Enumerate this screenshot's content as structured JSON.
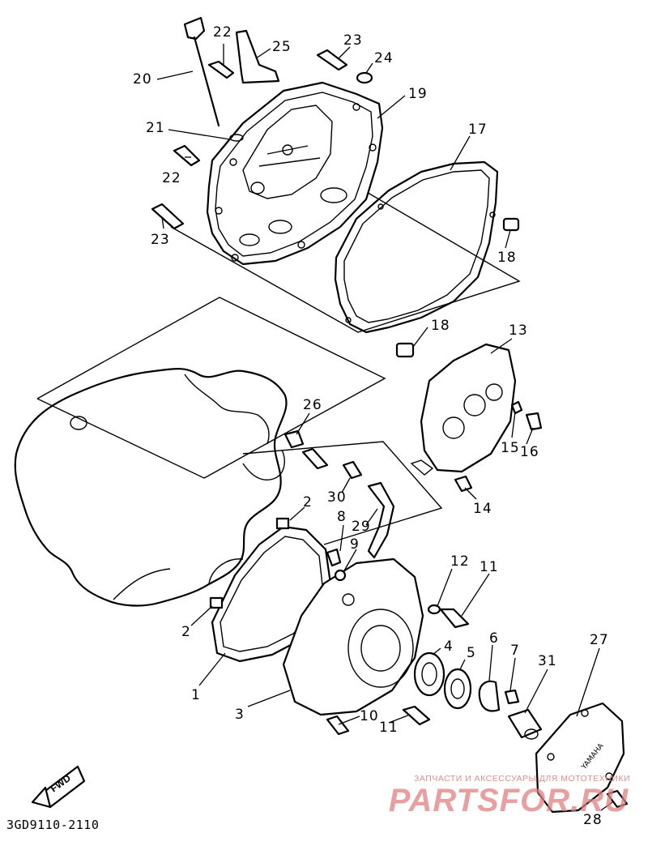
{
  "diagram_code": "3GD9110-2110",
  "arrow_label": "FWD",
  "watermark": {
    "line": "ЗАПЧАСТИ И АКСЕССУАРЫ ДЛЯ МОТОТЕХНИКИ",
    "logo": "PARTSFOR.RU"
  },
  "cover_brand": "YAMAHA",
  "callouts": [
    {
      "id": "c1",
      "text": "1"
    },
    {
      "id": "c2a",
      "text": "2"
    },
    {
      "id": "c2b",
      "text": "2"
    },
    {
      "id": "c3",
      "text": "3"
    },
    {
      "id": "c4",
      "text": "4"
    },
    {
      "id": "c5",
      "text": "5"
    },
    {
      "id": "c6",
      "text": "6"
    },
    {
      "id": "c7",
      "text": "7"
    },
    {
      "id": "c8",
      "text": "8"
    },
    {
      "id": "c9",
      "text": "9"
    },
    {
      "id": "c10",
      "text": "10"
    },
    {
      "id": "c11a",
      "text": "11"
    },
    {
      "id": "c11b",
      "text": "11"
    },
    {
      "id": "c12",
      "text": "12"
    },
    {
      "id": "c13",
      "text": "13"
    },
    {
      "id": "c14",
      "text": "14"
    },
    {
      "id": "c15",
      "text": "15"
    },
    {
      "id": "c16",
      "text": "16"
    },
    {
      "id": "c17",
      "text": "17"
    },
    {
      "id": "c18a",
      "text": "18"
    },
    {
      "id": "c18b",
      "text": "18"
    },
    {
      "id": "c19",
      "text": "19"
    },
    {
      "id": "c20",
      "text": "20"
    },
    {
      "id": "c21",
      "text": "21"
    },
    {
      "id": "c22a",
      "text": "22"
    },
    {
      "id": "c22b",
      "text": "22"
    },
    {
      "id": "c23a",
      "text": "23"
    },
    {
      "id": "c23b",
      "text": "23"
    },
    {
      "id": "c24",
      "text": "24"
    },
    {
      "id": "c25",
      "text": "25"
    },
    {
      "id": "c26",
      "text": "26"
    },
    {
      "id": "c27",
      "text": "27"
    },
    {
      "id": "c28",
      "text": "28"
    },
    {
      "id": "c29",
      "text": "29"
    },
    {
      "id": "c30",
      "text": "30"
    },
    {
      "id": "c31",
      "text": "31"
    }
  ]
}
